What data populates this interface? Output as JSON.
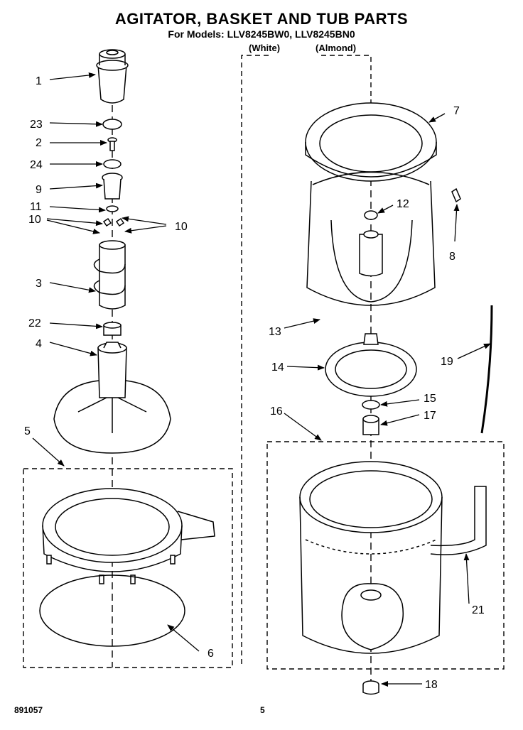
{
  "title": "AGITATOR, BASKET AND TUB PARTS",
  "subtitle": "For Models: LLV8245BW0, LLV8245BN0",
  "variants": {
    "white": "(White)",
    "almond": "(Almond)"
  },
  "footer": {
    "left": "891057",
    "page": "5"
  },
  "callouts": {
    "1": "1",
    "2": "2",
    "3": "3",
    "4": "4",
    "5": "5",
    "6": "6",
    "7": "7",
    "8": "8",
    "9": "9",
    "10a": "10",
    "10b": "10",
    "11": "11",
    "12": "12",
    "13": "13",
    "14": "14",
    "15": "15",
    "16": "16",
    "17": "17",
    "18": "18",
    "19": "19",
    "21": "21",
    "22": "22",
    "23": "23",
    "24": "24"
  }
}
